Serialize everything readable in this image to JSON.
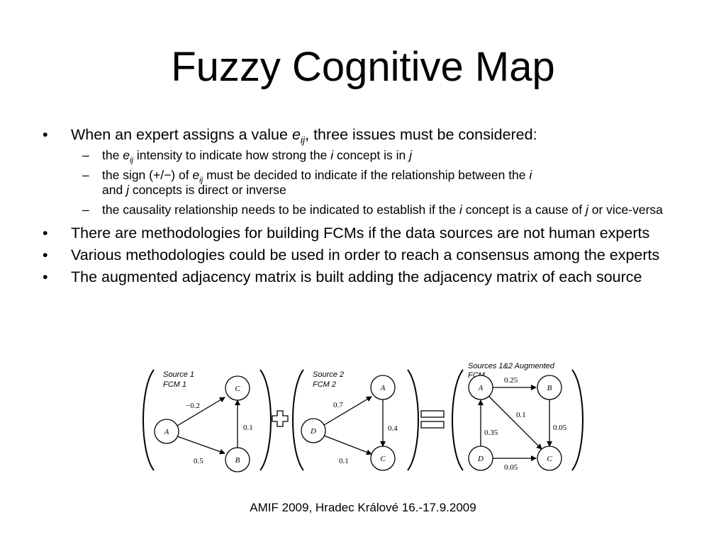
{
  "slide": {
    "title": "Fuzzy Cognitive Map",
    "footer": "AMIF 2009, Hradec Králové 16.-17.9.2009"
  },
  "bullets": {
    "b1": {
      "pre": "When an expert assigns a value ",
      "var": "e",
      "sub": "ij",
      "post": ", three issues must be considered:"
    },
    "s1": {
      "p1": "the ",
      "var": "e",
      "sub": "ij",
      "p2": " intensity to indicate how strong the ",
      "v2": "i",
      "p3": " concept is in ",
      "v3": "j"
    },
    "s2": {
      "p1": "the sign (+/−) of ",
      "var": "e",
      "sub": "ij",
      "p2": " must be decided to indicate if the relationship between the ",
      "v2": "i",
      "p3": " and ",
      "v3": "j",
      "p4": " concepts is direct or inverse"
    },
    "s3": {
      "p1": "the causality relationship needs to be indicated to establish if the ",
      "v2": "i",
      "p2": " concept is a cause of ",
      "v3": "j",
      "p3": " or vice-versa"
    },
    "b2": "There are methodologies for building FCMs if the data sources are not human experts",
    "b3": "Various methodologies could be used in order to reach a consensus among the experts",
    "b4": "The augmented adjacency matrix is built adding the adjacency matrix of each source",
    "bullet_mark": "•",
    "dash_mark": "–"
  },
  "figure": {
    "fcm1": {
      "caption1": "Source 1",
      "caption2": "FCM 1",
      "nodes": {
        "a": "A",
        "b": "B",
        "c": "C"
      },
      "weights": {
        "ac": "−0.2",
        "ab": "0.5",
        "bc": "0.1"
      }
    },
    "fcm2": {
      "caption1": "Source 2",
      "caption2": "FCM 2",
      "nodes": {
        "a": "A",
        "c": "C",
        "d": "D"
      },
      "weights": {
        "da": "0.7",
        "dc": "0.1",
        "ac": "0.4"
      }
    },
    "fcm3": {
      "caption1": "Sources 1&2 Augmented",
      "caption2": "FCM",
      "nodes": {
        "a": "A",
        "b": "B",
        "c": "C",
        "d": "D"
      },
      "weights": {
        "ab": "0.25",
        "ac": "0.1",
        "bc": "0.05",
        "da": "0.35",
        "dc": "0.05"
      }
    }
  }
}
